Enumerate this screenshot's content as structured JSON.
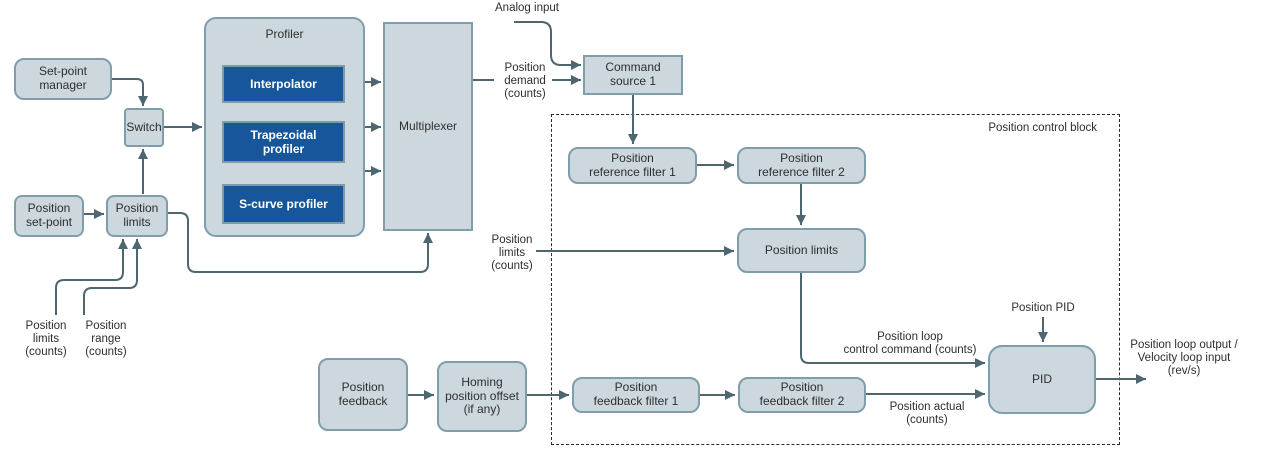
{
  "colors": {
    "box_fill": "#ccd8de",
    "box_border": "#7f9dab",
    "dark_fill": "#17569b",
    "dark_border": "#7e99a8",
    "line": "#4d6670",
    "text": "#2e2e2e"
  },
  "blocks": {
    "set_point_manager": {
      "label": "Set-point\nmanager"
    },
    "switch_block": {
      "label": "Switch"
    },
    "profiler": {
      "label": "Profiler"
    },
    "interpolator": {
      "label": "Interpolator"
    },
    "trapezoidal_profiler": {
      "label": "Trapezoidal\nprofiler"
    },
    "s_curve_profiler": {
      "label": "S-curve profiler"
    },
    "multiplexer": {
      "label": "Multiplexer"
    },
    "command_source_1": {
      "label": "Command\nsource 1"
    },
    "position_set_point": {
      "label": "Position\nset-point"
    },
    "position_limits_input": {
      "label": "Position\nlimits"
    },
    "position_reference_filter_1": {
      "label": "Position\nreference filter 1"
    },
    "position_reference_filter_2": {
      "label": "Position\nreference filter 2"
    },
    "position_limits": {
      "label": "Position limits"
    },
    "pid": {
      "label": "PID"
    },
    "position_feedback": {
      "label": "Position\nfeedback"
    },
    "homing_position_offset": {
      "label": "Homing\nposition offset\n(if any)"
    },
    "position_feedback_filter_1": {
      "label": "Position\nfeedback filter 1"
    },
    "position_feedback_filter_2": {
      "label": "Position\nfeedback filter 2"
    }
  },
  "container": {
    "position_control_block": "Position control block"
  },
  "annotations": {
    "analog_input": "Analog input",
    "position_demand": "Position\ndemand\n(counts)",
    "position_limits_counts_mid": "Position\nlimits\n(counts)",
    "position_limits_counts": "Position\nlimits\n(counts)",
    "position_range_counts": "Position\nrange\n(counts)",
    "position_pid": "Position PID",
    "position_loop_control_command": "Position loop\ncontrol command (counts)",
    "position_actual": "Position actual\n(counts)",
    "position_loop_output": "Position loop output /\nVelocity loop input\n(rev/s)"
  }
}
